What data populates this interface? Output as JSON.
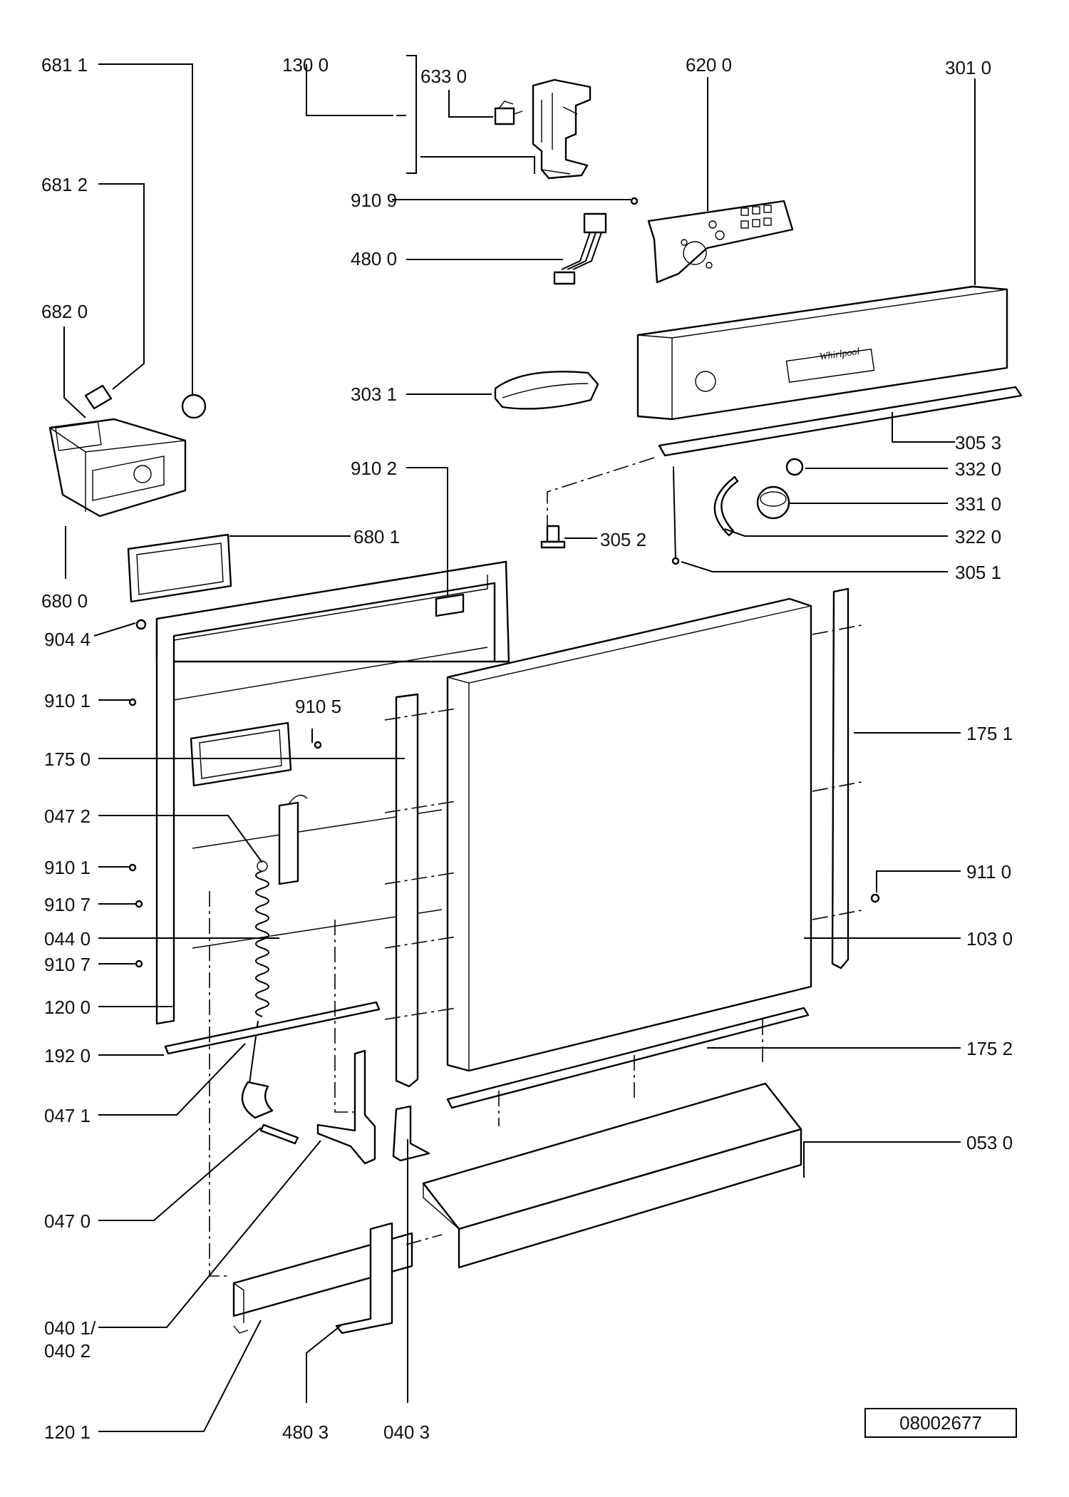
{
  "doc_number": "08002677",
  "labels": {
    "p6811": "681 1",
    "p1300": "130 0",
    "p6330": "633 0",
    "p6200": "620 0",
    "p3010": "301 0",
    "p6812": "681 2",
    "p9109": "910 9",
    "p4800": "480 0",
    "p6820": "682 0",
    "p3031": "303 1",
    "p3053": "305 3",
    "p9102": "910 2",
    "p3320": "332 0",
    "p3310": "331 0",
    "p3052": "305 2",
    "p3220": "322 0",
    "p6801": "680 1",
    "p3051": "305 1",
    "p6800": "680 0",
    "p9044": "904 4",
    "p9101a": "910 1",
    "p9105": "910 5",
    "p1751": "175 1",
    "p1750": "175 0",
    "p0472": "047 2",
    "p9101b": "910 1",
    "p9110": "911 0",
    "p9107a": "910 7",
    "p0440": "044 0",
    "p1030": "103 0",
    "p9107b": "910 7",
    "p1200": "120 0",
    "p1752": "175 2",
    "p1920": "192 0",
    "p0471": "047 1",
    "p0530": "053 0",
    "p0470": "047 0",
    "p0401": "040 1/",
    "p0402": "040 2",
    "p1201": "120 1",
    "p4803": "480 3",
    "p0403": "040 3"
  }
}
